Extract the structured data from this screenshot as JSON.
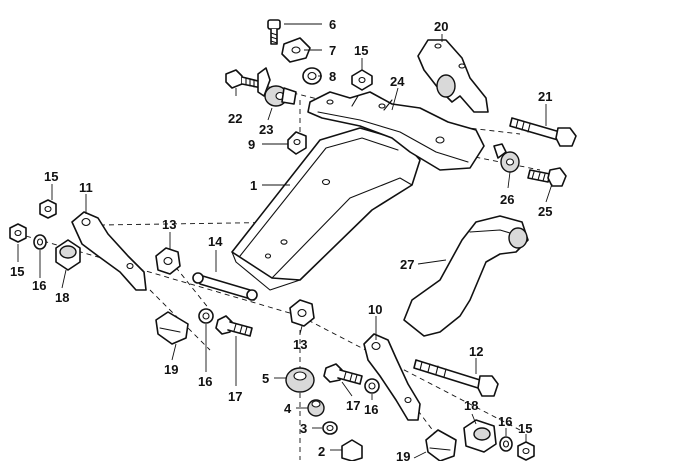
{
  "diagram": {
    "callouts": {
      "c1": "1",
      "c2": "2",
      "c3": "3",
      "c4": "4",
      "c5": "5",
      "c6": "6",
      "c7": "7",
      "c8": "8",
      "c9": "9",
      "c10": "10",
      "c11": "11",
      "c12": "12",
      "c13a": "13",
      "c13b": "13",
      "c14": "14",
      "c15a": "15",
      "c15b": "15",
      "c15c": "15",
      "c15d": "15",
      "c16a": "16",
      "c16b": "16",
      "c16c": "16",
      "c16d": "16",
      "c17a": "17",
      "c17b": "17",
      "c18a": "18",
      "c18b": "18",
      "c19a": "19",
      "c19b": "19",
      "c20": "20",
      "c21": "21",
      "c22": "22",
      "c23": "23",
      "c24": "24",
      "c25": "25",
      "c26": "26",
      "c27": "27"
    }
  }
}
